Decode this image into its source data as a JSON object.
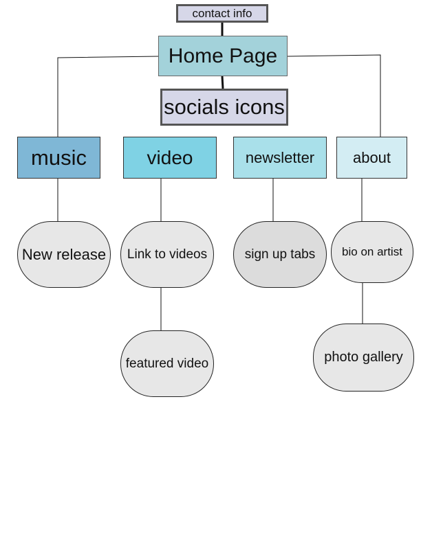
{
  "colors": {
    "contact_fill": "#d6d7e8",
    "home_fill": "#a3d2da",
    "socials_fill": "#d6d7e8",
    "music_fill": "#7fb7d6",
    "video_fill": "#7fd2e4",
    "newsletter_fill": "#a9e0ea",
    "about_fill": "#d3edf3",
    "pill_fill": "#e7e7e7",
    "signup_fill": "#dcdcdc",
    "line": "#111111"
  },
  "nodes": {
    "contact_info": "contact info",
    "home_page": "Home Page",
    "socials_icons": "socials icons",
    "music": "music",
    "video": "video",
    "newsletter": "newsletter",
    "about": "about",
    "new_release": "New release",
    "link_to_videos": "Link to videos",
    "featured_video": "featured video",
    "sign_up_tabs": "sign up tabs",
    "bio_on_artist": "bio on artist",
    "photo_gallery": "photo gallery"
  }
}
